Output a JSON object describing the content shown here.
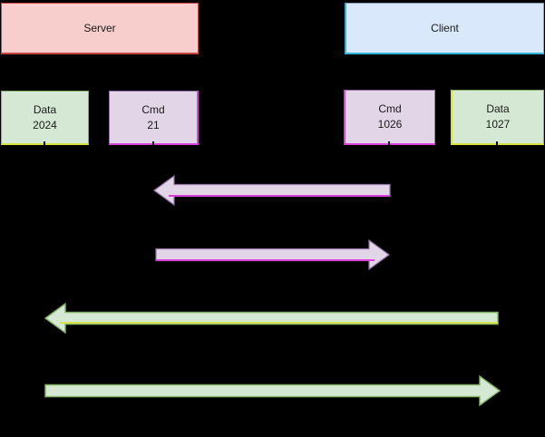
{
  "nodes": {
    "server": {
      "label": "Server"
    },
    "client": {
      "label": "Client"
    }
  },
  "ports": [
    {
      "id": "server-data",
      "name": "Data",
      "number": "2024",
      "channel": "data",
      "owner": "server"
    },
    {
      "id": "server-cmd",
      "name": "Cmd",
      "number": "21",
      "channel": "cmd",
      "owner": "server"
    },
    {
      "id": "client-cmd",
      "name": "Cmd",
      "number": "1026",
      "channel": "cmd",
      "owner": "client"
    },
    {
      "id": "client-data",
      "name": "Data",
      "number": "1027",
      "channel": "data",
      "owner": "client"
    }
  ],
  "arrows": [
    {
      "channel": "cmd",
      "from": "client-cmd",
      "to": "server-cmd",
      "direction": "left"
    },
    {
      "channel": "cmd",
      "from": "server-cmd",
      "to": "client-cmd",
      "direction": "right"
    },
    {
      "channel": "data",
      "from": "client-data",
      "to": "server-data",
      "direction": "left"
    },
    {
      "channel": "data",
      "from": "server-data",
      "to": "client-data",
      "direction": "right"
    }
  ],
  "colors": {
    "background": "#000000",
    "text": "#1a1a1a",
    "server_fill": "#f8cecc",
    "server_stroke": "#c64543",
    "client_fill": "#dae8fc",
    "client_stroke": "#7f98b6",
    "client_highlight": "#31b4d8",
    "data_fill": "#d5e8d4",
    "data_stroke": "#82b366",
    "data_highlight": "#d7e43c",
    "cmd_fill": "#e1d5e7",
    "cmd_stroke": "#9673a6",
    "cmd_highlight": "#d940d9"
  }
}
